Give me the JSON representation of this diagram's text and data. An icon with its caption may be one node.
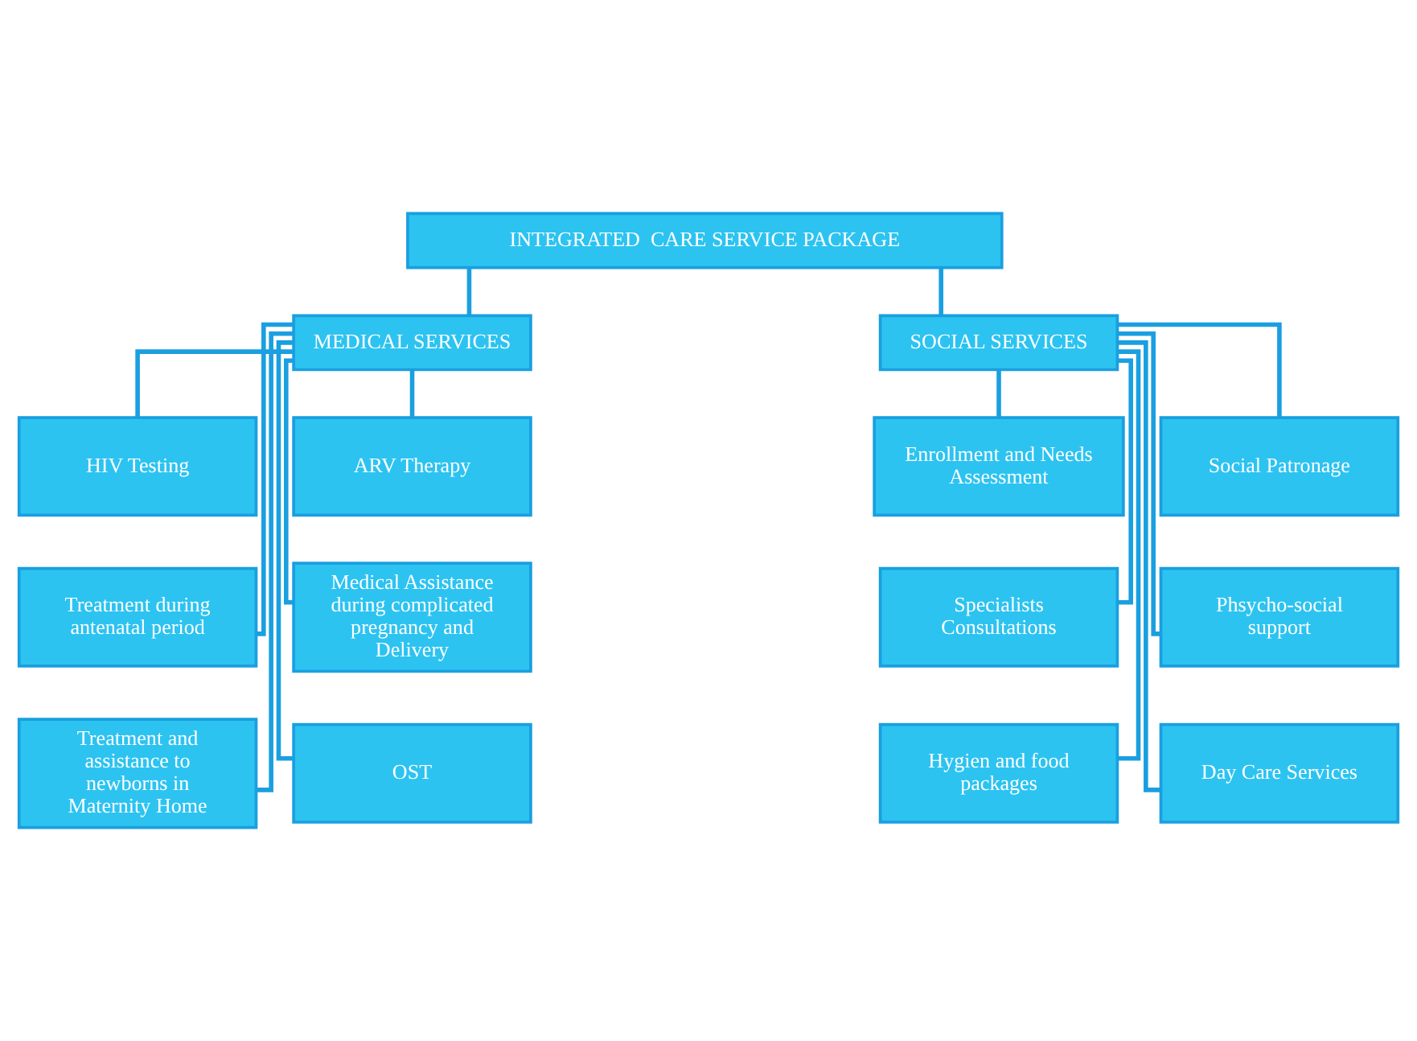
{
  "diagram": {
    "nodes": [
      {
        "text": [
          "INTEGRATED  CARE SERVICE PACKAGE"
        ]
      },
      {
        "text": [
          "MEDICAL SERVICES"
        ]
      },
      {
        "text": [
          "SOCIAL SERVICES"
        ]
      },
      {
        "text": [
          "HIV Testing"
        ]
      },
      {
        "text": [
          "ARV Therapy"
        ]
      },
      {
        "text": [
          "Treatment during antenatal period"
        ]
      },
      {
        "text": [
          "Medical Assistance during complicated pregnancy and Delivery"
        ]
      },
      {
        "text": [
          "Treatment and assistance to newborns in Maternity Home"
        ]
      },
      {
        "text": [
          "OST"
        ]
      },
      {
        "text": [
          "Enrollment and Needs Assessment"
        ]
      },
      {
        "text": [
          "Social Patronage"
        ]
      },
      {
        "text": [
          "Specialists Consultations"
        ]
      },
      {
        "text": [
          "Phsycho-social support"
        ]
      },
      {
        "text": [
          "Hygien and food packages"
        ]
      },
      {
        "text": [
          "Day Care Services"
        ]
      }
    ],
    "edges": [
      {
        "from": 0,
        "to": 1,
        "arrow": "none"
      },
      {
        "from": 0,
        "to": 2,
        "arrow": "none"
      },
      {
        "from": 1,
        "to": 3,
        "arrow": "none"
      },
      {
        "from": 1,
        "to": 4,
        "arrow": "none"
      },
      {
        "from": 1,
        "to": 5,
        "arrow": "none"
      },
      {
        "from": 1,
        "to": 6,
        "arrow": "none"
      },
      {
        "from": 1,
        "to": 7,
        "arrow": "none"
      },
      {
        "from": 1,
        "to": 8,
        "arrow": "none"
      },
      {
        "from": 2,
        "to": 9,
        "arrow": "none"
      },
      {
        "from": 2,
        "to": 10,
        "arrow": "none"
      },
      {
        "from": 2,
        "to": 11,
        "arrow": "none"
      },
      {
        "from": 2,
        "to": 12,
        "arrow": "none"
      },
      {
        "from": 2,
        "to": 13,
        "arrow": "none"
      },
      {
        "from": 2,
        "to": 14,
        "arrow": "none"
      }
    ]
  }
}
